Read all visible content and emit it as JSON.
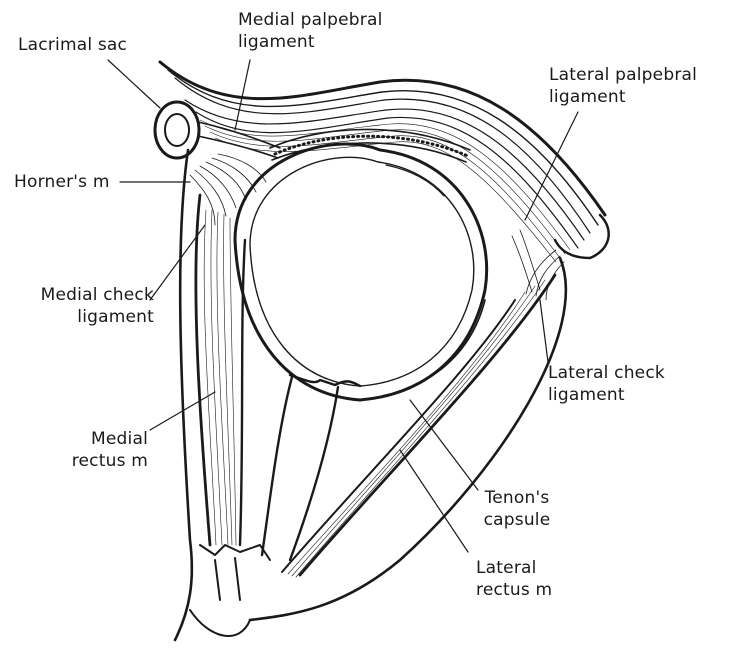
{
  "labels": {
    "lacrimal_sac": "Lacrimal sac",
    "medial_palpebral_ligament": [
      "Medial palpebral",
      "ligament"
    ],
    "lateral_palpebral_ligament": [
      "Lateral palpebral",
      "ligament"
    ],
    "horners_muscle": "Horner's m",
    "medial_check_ligament": [
      "Medial check",
      "ligament"
    ],
    "lateral_check_ligament": [
      "Lateral check",
      "ligament"
    ],
    "medial_rectus": [
      "Medial",
      "rectus m"
    ],
    "tenons_capsule": [
      "Tenon's",
      "capsule"
    ],
    "lateral_rectus": [
      "Lateral",
      "rectus m"
    ]
  },
  "colors": {
    "ink": "#1a1a1a",
    "paper": "#ffffff"
  }
}
